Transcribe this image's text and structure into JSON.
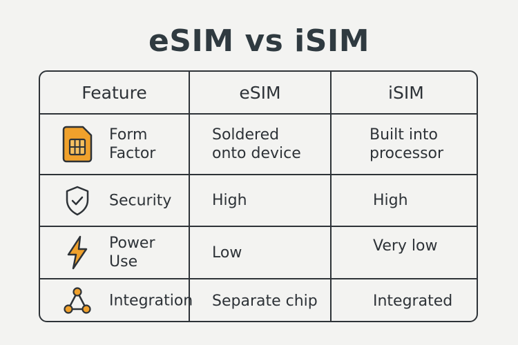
{
  "title": "eSIM vs iSIM",
  "header": {
    "feature": "Feature",
    "esim": "eSIM",
    "isim": "iSIM"
  },
  "rows": [
    {
      "icon": "sim-card-icon",
      "feature": "Form\nFactor",
      "esim": "Soldered\nonto device",
      "isim": "Built into\nprocessor"
    },
    {
      "icon": "shield-check-icon",
      "feature": "Security",
      "esim": "High",
      "isim": "High"
    },
    {
      "icon": "lightning-icon",
      "feature": "Power\nUse",
      "esim": "Low",
      "isim": "Very low"
    },
    {
      "icon": "network-nodes-icon",
      "feature": "Integration",
      "esim": "Separate chip",
      "isim": "Integrated"
    }
  ],
  "colors": {
    "accent": "#f0a12c",
    "line": "#2d3237",
    "background": "#f3f3f1"
  }
}
